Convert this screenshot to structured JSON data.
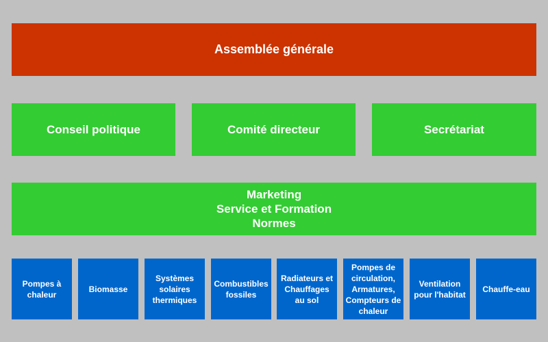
{
  "assembly": {
    "label": "Assemblée générale"
  },
  "bodies": [
    {
      "label": "Conseil politique"
    },
    {
      "label": "Comité directeur"
    },
    {
      "label": "Secrétariat"
    }
  ],
  "services": {
    "lines": [
      "Marketing",
      "Service et Formation",
      "Normes"
    ]
  },
  "units": [
    {
      "lines": [
        "Pompes à",
        "chaleur"
      ]
    },
    {
      "lines": [
        "Biomasse"
      ]
    },
    {
      "lines": [
        "Systèmes",
        "solaires",
        "thermiques"
      ]
    },
    {
      "lines": [
        "Combustibles",
        "fossiles"
      ]
    },
    {
      "lines": [
        "Radiateurs et",
        "Chauffages",
        "au sol"
      ]
    },
    {
      "lines": [
        "Pompes de",
        "circulation,",
        "Armatures,",
        "Compteurs de",
        "chaleur"
      ]
    },
    {
      "lines": [
        "Ventilation",
        "pour l'habitat"
      ]
    },
    {
      "lines": [
        "Chauffe-eau"
      ]
    }
  ],
  "colors": {
    "background": "#c0c0c0",
    "top_level": "#cc3300",
    "middle_level": "#33cc33",
    "unit_level": "#0066cc",
    "text": "#ffffff"
  }
}
